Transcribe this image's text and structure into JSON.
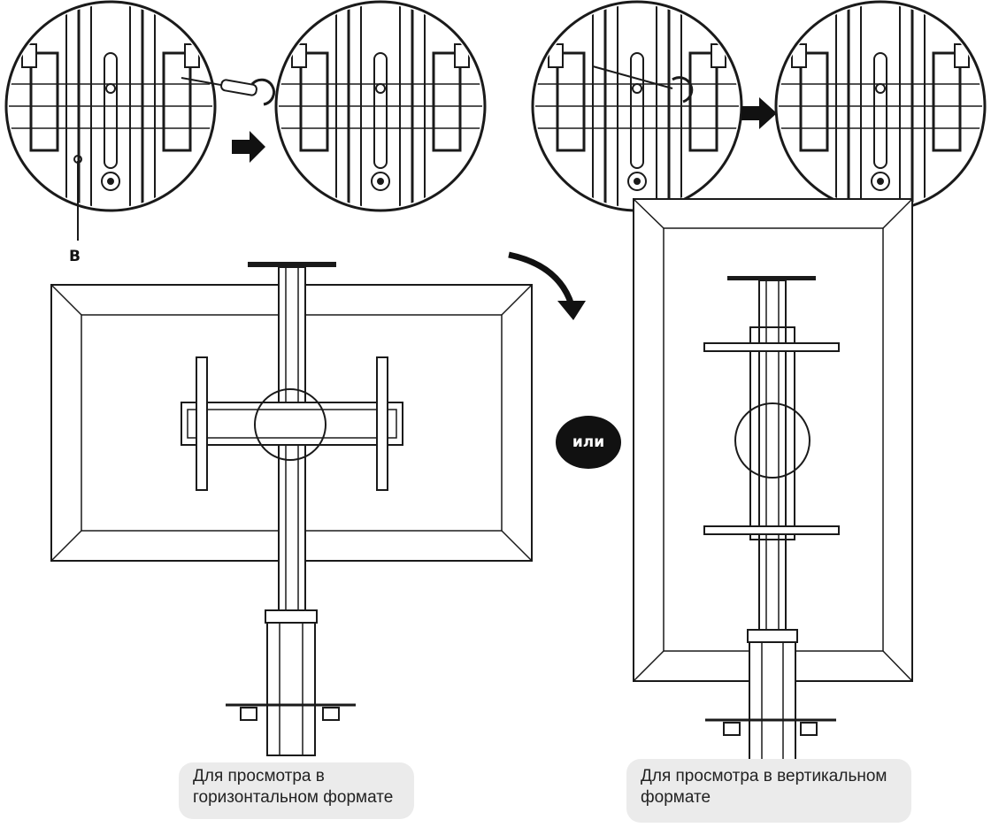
{
  "labels": {
    "screw_marker": "B",
    "or_badge": "или",
    "caption_landscape": "Для просмотра в горизонтальном формате",
    "caption_portrait": "Для просмотра в вертикальном формате"
  },
  "colors": {
    "line": "#1a1a1a",
    "fill_light": "#ffffff",
    "badge_bg": "#111111",
    "caption_bg": "#ebebeb"
  },
  "icons": {
    "arrow_step": "arrow-right-icon",
    "rotate": "curved-arrow-icon",
    "screwdriver": "screwdriver-icon"
  }
}
